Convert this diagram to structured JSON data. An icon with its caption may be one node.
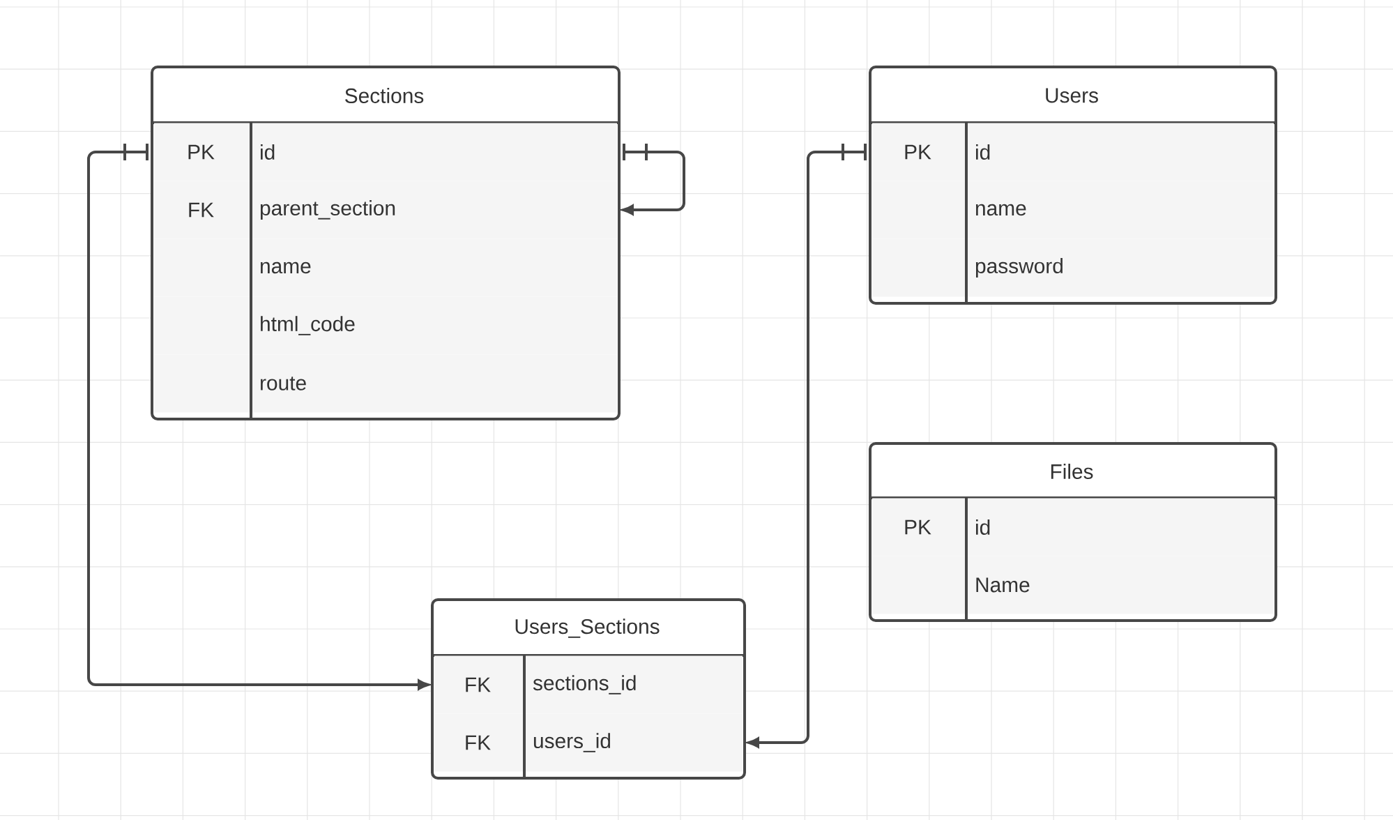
{
  "diagram": {
    "nodes": [
      {
        "text": [
          "Sections"
        ]
      },
      {
        "text": [
          "PK",
          "id"
        ],
        "in": 0
      },
      {
        "text": [
          "FK",
          "parent_section"
        ],
        "in": 0
      },
      {
        "text": [
          "name"
        ],
        "in": 0
      },
      {
        "text": [
          "html_code"
        ],
        "in": 0
      },
      {
        "text": [
          "route"
        ],
        "in": 0
      },
      {
        "text": [
          "Users"
        ]
      },
      {
        "text": [
          "PK",
          "id"
        ],
        "in": 6
      },
      {
        "text": [
          "name"
        ],
        "in": 6
      },
      {
        "text": [
          "password"
        ],
        "in": 6
      },
      {
        "text": [
          "Files"
        ]
      },
      {
        "text": [
          "PK",
          "id"
        ],
        "in": 10
      },
      {
        "text": [
          "Name"
        ],
        "in": 10
      },
      {
        "text": [
          "Users_Sections"
        ]
      },
      {
        "text": [
          "FK",
          "sections_id"
        ],
        "in": 13
      },
      {
        "text": [
          "FK",
          "users_id"
        ],
        "in": 13
      }
    ],
    "edges": [
      {
        "from": 1,
        "to": 14,
        "arrow": "to"
      },
      {
        "from": 1,
        "to": 2,
        "arrow": "to"
      },
      {
        "from": 7,
        "to": 15,
        "arrow": "to"
      }
    ]
  }
}
